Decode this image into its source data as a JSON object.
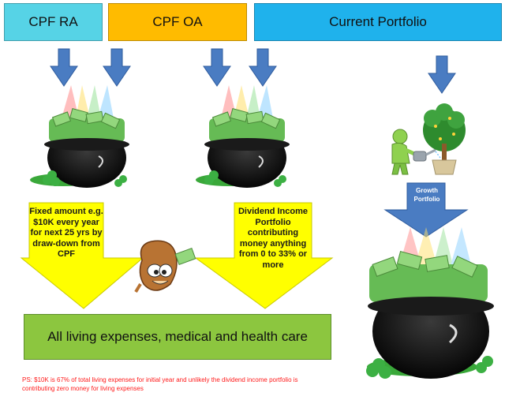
{
  "header": {
    "cpf_ra": "CPF RA",
    "cpf_oa": "CPF OA",
    "current_portfolio": "Current Portfolio"
  },
  "flows": {
    "ra_note": "Fixed amount e.g. $10K every year for next 25 yrs by draw-down from CPF",
    "oa_note": "Dividend Income Portfolio contributing money anything from 0 to 33% or more",
    "growth_label": "Growth Portfolio"
  },
  "outcome": {
    "label": "All living expenses, medical and health care"
  },
  "footnote": "PS: $10K is 67% of total living expenses for initial year and unlikely the dividend income portfolio is contributing zero money for living expenses",
  "icons": [
    "down-arrow-icon",
    "pot-of-money-icon",
    "mascot-icon",
    "gardener-icon",
    "money-tree-icon"
  ],
  "colors": {
    "cpf_ra": "#56d3e6",
    "cpf_oa": "#ffbb00",
    "current_portfolio": "#1fb2ec",
    "arrow": "#4a7cc2",
    "yellow_arrow": "#ffff00",
    "outcome_box": "#8cc63f",
    "footnote": "#ff1a1a"
  }
}
